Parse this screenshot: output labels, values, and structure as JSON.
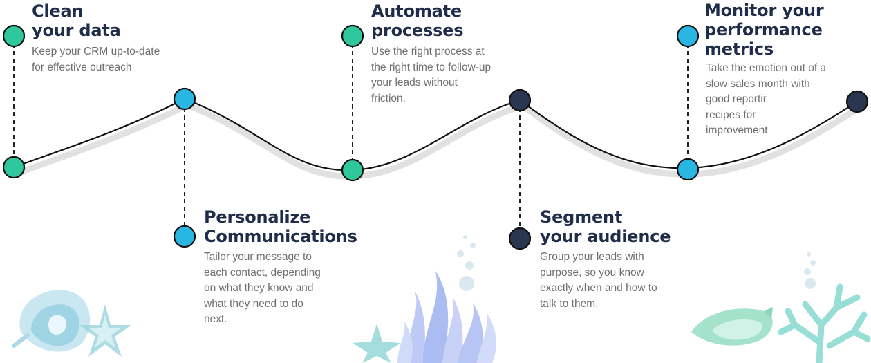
{
  "colors": {
    "title": "#1f2d4a",
    "description": "#6f6f72",
    "green": "#2ec89c",
    "cyan": "#29b6e3",
    "navy": "#2a3550",
    "line": "#111111",
    "line_shadow": "#c9c9c9"
  },
  "steps": [
    {
      "title_lines": [
        "Clean",
        "your data"
      ],
      "description_lines": [
        "Keep your CRM up-to-date",
        "for effective outreach"
      ],
      "dot_color": "green"
    },
    {
      "title_lines": [
        "Personalize",
        "Communications"
      ],
      "description_lines": [
        "Tailor your message to",
        "each contact, depending",
        "on what they know and",
        "what they need to do",
        "next."
      ],
      "dot_color": "cyan"
    },
    {
      "title_lines": [
        "Automate",
        "processes"
      ],
      "description_lines": [
        "Use the right process at",
        "the right time to follow-up",
        "your leads without",
        "friction."
      ],
      "dot_color": "green"
    },
    {
      "title_lines": [
        "Segment",
        "your audience"
      ],
      "description_lines": [
        "Group your leads with",
        "purpose, so you know",
        "exactly when and how to",
        "talk to them."
      ],
      "dot_color": "navy"
    },
    {
      "title_lines": [
        "Monitor your",
        "performance",
        "metrics"
      ],
      "description_lines": [
        "Take the emotion out of a",
        "slow sales month with",
        "good reportir",
        "recipes for",
        "improvement"
      ],
      "dot_color": "cyan"
    }
  ],
  "decorations": [
    "seashell-icon",
    "starfish-icon",
    "bubbles-icon",
    "seaweed-icon",
    "coral-icon"
  ]
}
